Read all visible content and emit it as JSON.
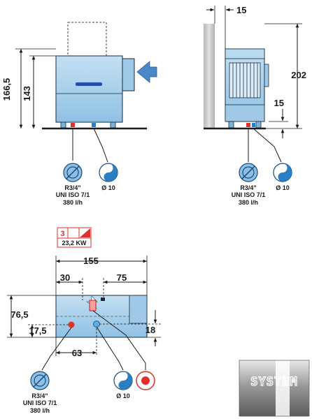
{
  "front_view": {
    "dim_total_height": "166,5",
    "dim_body_height": "143",
    "drain_label": {
      "line1": "R3/4\"",
      "line2": "UNI ISO 7/1",
      "line3": "380 l/h"
    },
    "water_inlet_label": "Ø 10"
  },
  "side_view": {
    "dim_wall_gap": "15",
    "dim_total_height": "202",
    "dim_foot_height": "15",
    "drain_label": {
      "line1": "R3/4\"",
      "line2": "UNI ISO 7/1",
      "line3": "380 l/h"
    },
    "water_inlet_label": "Ø 10"
  },
  "plan_view": {
    "phase_badge": "3",
    "power_label": "23,2 KW",
    "dim_width": "155",
    "dim_left_offset": "30",
    "dim_right_offset": "75",
    "dim_depth": "76,5",
    "dim_drain_offset": "17,5",
    "dim_right_offset_y": "18",
    "dim_inlet_offset": "63",
    "drain_label": {
      "line1": "R3/4\"",
      "line2": "UNI ISO 7/1",
      "line3": "380 l/h"
    },
    "water_inlet_label": "Ø 10"
  },
  "logo_text": "SYSTEM",
  "colors": {
    "body_fill": "#a8cfea",
    "body_fill_dark": "#7fb4da",
    "outline": "#1a2a3a",
    "drain_red": "#e0302a",
    "inlet_blue": "#2a7fc4",
    "wall_gray": "#c8c8c8"
  }
}
